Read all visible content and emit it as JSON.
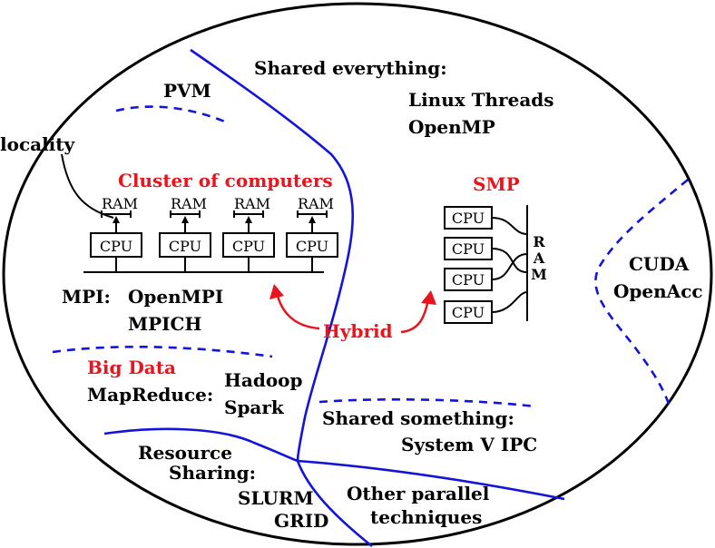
{
  "regions": {
    "shared_everything": "Shared everything:",
    "linux_threads": "Linux Threads",
    "openmp": "OpenMP",
    "pvm": "PVM",
    "locality": "locality",
    "cluster": "Cluster of computers",
    "smp": "SMP",
    "cuda": "CUDA",
    "openacc": "OpenAcc",
    "mpi": "MPI:",
    "openmpi": "OpenMPI",
    "mpich": "MPICH",
    "hybrid": "Hybrid",
    "big_data": "Big Data",
    "mapreduce": "MapReduce:",
    "hadoop": "Hadoop",
    "spark": "Spark",
    "shared_something": "Shared something:",
    "system_v_ipc": "System V IPC",
    "resource": "Resource",
    "sharing": "Sharing:",
    "slurm": "SLURM",
    "grid": "GRID",
    "other_parallel": "Other parallel",
    "techniques": "techniques"
  },
  "hardware": {
    "ram_label": "RAM",
    "cpu_label": "CPU",
    "smp_ram_letters": [
      "R",
      "A",
      "M"
    ]
  },
  "colors": {
    "accent_red": "#e8141e",
    "line_blue": "#1414d8",
    "ink": "#000000"
  }
}
